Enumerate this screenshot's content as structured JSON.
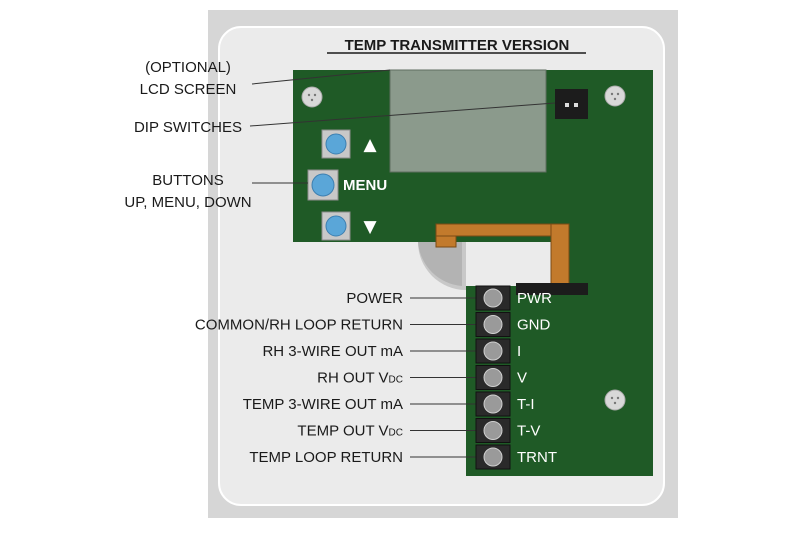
{
  "title": "TEMP TRANSMITTER VERSION",
  "lcd_label": [
    "(OPTIONAL)",
    "LCD SCREEN"
  ],
  "dip_label": "DIP SWITCHES",
  "buttons_label": [
    "BUTTONS",
    "UP, MENU, DOWN"
  ],
  "menu_text": "MENU",
  "up_symbol": "▲",
  "down_symbol": "▼",
  "wires": [
    {
      "label": "POWER",
      "terminal": "PWR"
    },
    {
      "label": "COMMON/RH LOOP RETURN",
      "terminal": "GND"
    },
    {
      "label": "RH 3-WIRE OUT mA",
      "terminal": "I"
    },
    {
      "label": "RH OUT V",
      "sub": "DC",
      "terminal": "V"
    },
    {
      "label": "TEMP 3-WIRE OUT mA",
      "terminal": "T-I"
    },
    {
      "label": "TEMP OUT V",
      "sub": "DC",
      "terminal": "T-V"
    },
    {
      "label": "TEMP LOOP RETURN",
      "terminal": "TRNT"
    }
  ],
  "colors": {
    "pcb": "#1f5a26",
    "enclosure": "#ebebeb",
    "lcd": "#8b9a8c",
    "button": "#5aa6d8",
    "ribbon": "#c27a2c"
  }
}
